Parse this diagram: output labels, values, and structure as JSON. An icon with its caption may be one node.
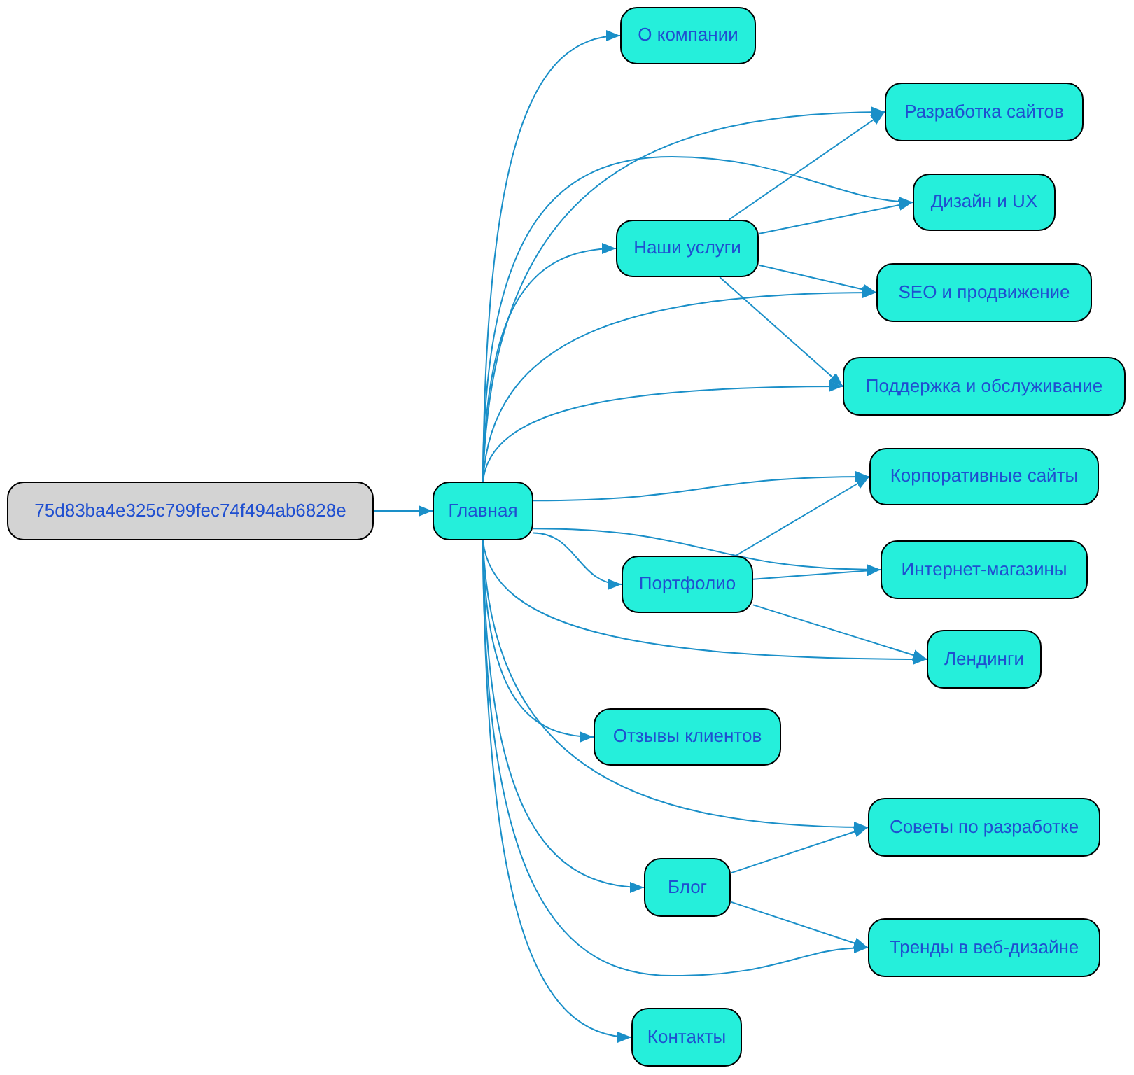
{
  "diagram": {
    "nodes": [
      {
        "text": [
          "75d83ba4e325c799fec74f494ab6828e"
        ]
      },
      {
        "text": [
          "Главная"
        ]
      },
      {
        "text": [
          "О компании"
        ]
      },
      {
        "text": [
          "Разработка сайтов"
        ]
      },
      {
        "text": [
          "Дизайн и UX"
        ]
      },
      {
        "text": [
          "Наши услуги"
        ]
      },
      {
        "text": [
          "SEO и продвижение"
        ]
      },
      {
        "text": [
          "Поддержка и обслуживание"
        ]
      },
      {
        "text": [
          "Корпоративные сайты"
        ]
      },
      {
        "text": [
          "Портфолио"
        ]
      },
      {
        "text": [
          "Интернет-магазины"
        ]
      },
      {
        "text": [
          "Лендинги"
        ]
      },
      {
        "text": [
          "Отзывы клиентов"
        ]
      },
      {
        "text": [
          "Советы по разработке"
        ]
      },
      {
        "text": [
          "Блог"
        ]
      },
      {
        "text": [
          "Тренды в веб-дизайне"
        ]
      },
      {
        "text": [
          "Контакты"
        ]
      }
    ],
    "edges": [
      {
        "from": 0,
        "to": 1,
        "arrow": "to"
      },
      {
        "from": 1,
        "to": 2,
        "arrow": "to"
      },
      {
        "from": 1,
        "to": 3,
        "arrow": "to"
      },
      {
        "from": 1,
        "to": 4,
        "arrow": "to"
      },
      {
        "from": 1,
        "to": 5,
        "arrow": "to"
      },
      {
        "from": 1,
        "to": 6,
        "arrow": "to"
      },
      {
        "from": 1,
        "to": 7,
        "arrow": "to"
      },
      {
        "from": 1,
        "to": 8,
        "arrow": "to"
      },
      {
        "from": 1,
        "to": 9,
        "arrow": "to"
      },
      {
        "from": 1,
        "to": 10,
        "arrow": "to"
      },
      {
        "from": 1,
        "to": 11,
        "arrow": "to"
      },
      {
        "from": 1,
        "to": 12,
        "arrow": "to"
      },
      {
        "from": 1,
        "to": 13,
        "arrow": "to"
      },
      {
        "from": 1,
        "to": 14,
        "arrow": "to"
      },
      {
        "from": 1,
        "to": 15,
        "arrow": "to"
      },
      {
        "from": 1,
        "to": 16,
        "arrow": "to"
      },
      {
        "from": 5,
        "to": 3,
        "arrow": "to"
      },
      {
        "from": 5,
        "to": 4,
        "arrow": "to"
      },
      {
        "from": 5,
        "to": 6,
        "arrow": "to"
      },
      {
        "from": 5,
        "to": 7,
        "arrow": "to"
      },
      {
        "from": 9,
        "to": 8,
        "arrow": "to"
      },
      {
        "from": 9,
        "to": 10,
        "arrow": "to"
      },
      {
        "from": 9,
        "to": 11,
        "arrow": "to"
      },
      {
        "from": 14,
        "to": 13,
        "arrow": "to"
      },
      {
        "from": 14,
        "to": 15,
        "arrow": "to"
      }
    ]
  }
}
